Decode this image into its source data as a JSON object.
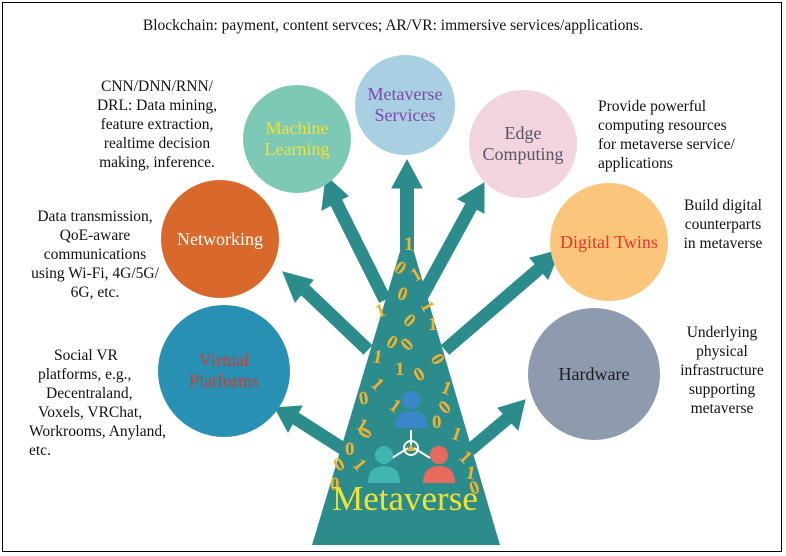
{
  "top_note": "Blockchain: payment, content servces; AR/VR: immersive services/applications.",
  "center_label": "Metaverse",
  "nodes": {
    "metaverse_services": {
      "line1": "Metaverse",
      "line2": "Services",
      "color": "#a9cfe2",
      "text_color": "#7b4aa8"
    },
    "machine_learning": {
      "line1": "Machine",
      "line2": "Learning",
      "color": "#7ec9b6",
      "text_color": "#f0e234"
    },
    "edge_computing": {
      "line1": "Edge",
      "line2": "Computing",
      "color": "#f2d4df",
      "text_color": "#555566"
    },
    "networking": {
      "line1": "Networking",
      "color": "#d9692a",
      "text_color": "#ffffff"
    },
    "digital_twins": {
      "line1": "Digital Twins",
      "color": "#fcc57c",
      "text_color": "#e83525"
    },
    "virtual_platforms": {
      "line1": "Virtual",
      "line2": "Platforms",
      "color": "#2790b3",
      "text_color": "#d63a2c"
    },
    "hardware": {
      "line1": "Hardware",
      "color": "#8e9aae",
      "text_color": "#1c1c1c"
    }
  },
  "descriptions": {
    "ml": [
      "CNN/DNN/RNN/",
      "DRL: Data mining,",
      "feature extraction,",
      "realtime decision",
      "making, inference."
    ],
    "edge": [
      "Provide powerful",
      "computing resources",
      "for metaverse service/",
      "applications"
    ],
    "networking": [
      "Data transmission,",
      "QoE-aware",
      "communications",
      "using Wi-Fi, 4G/5G/",
      "6G, etc."
    ],
    "twins": [
      "Build digital",
      "counterparts",
      "in metaverse"
    ],
    "virtual": [
      "Social VR",
      "platforms, e.g.,",
      "Decentraland,",
      "Voxels, VRChat,",
      "Workrooms, Anyland,",
      "etc."
    ],
    "hardware": [
      "Underlying",
      "physical",
      "infrastructure",
      "supporting",
      "metaverse"
    ]
  },
  "binary_bits": [
    "1",
    "0",
    "1",
    "0",
    "1",
    "1",
    "0",
    "1",
    "0",
    "0",
    "1",
    "0",
    "1",
    "0",
    "1",
    "1",
    "0",
    "1",
    "0",
    "1",
    "0",
    "0",
    "1",
    "0",
    "1",
    "0",
    "1",
    "1",
    "0",
    "0"
  ],
  "colors": {
    "trunk": "#2c8c8c",
    "bits": "#f2b230",
    "center_text": "#f0e234",
    "user_blue": "#3b86c8",
    "user_teal": "#3fb7b0",
    "user_red": "#e86a5c"
  }
}
